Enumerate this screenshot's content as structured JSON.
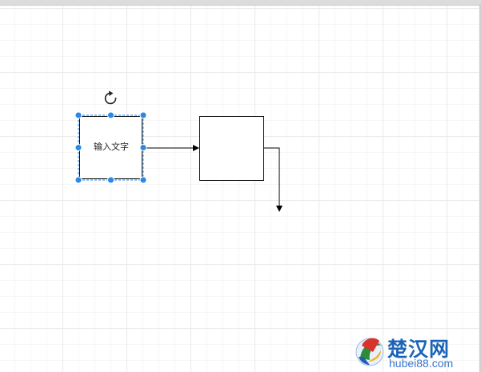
{
  "canvas": {
    "grid_color": "#e9e9e9",
    "selection_color": "#2b89e6"
  },
  "shapes": {
    "selected_shape": {
      "label": "输入文字",
      "selected": true
    },
    "second_shape": {
      "label": ""
    }
  },
  "icons": {
    "rotate_handle": "rotate-icon"
  },
  "watermark": {
    "title": "楚汉网",
    "url": "hubei88.com",
    "title_color": "#1b63b8"
  }
}
